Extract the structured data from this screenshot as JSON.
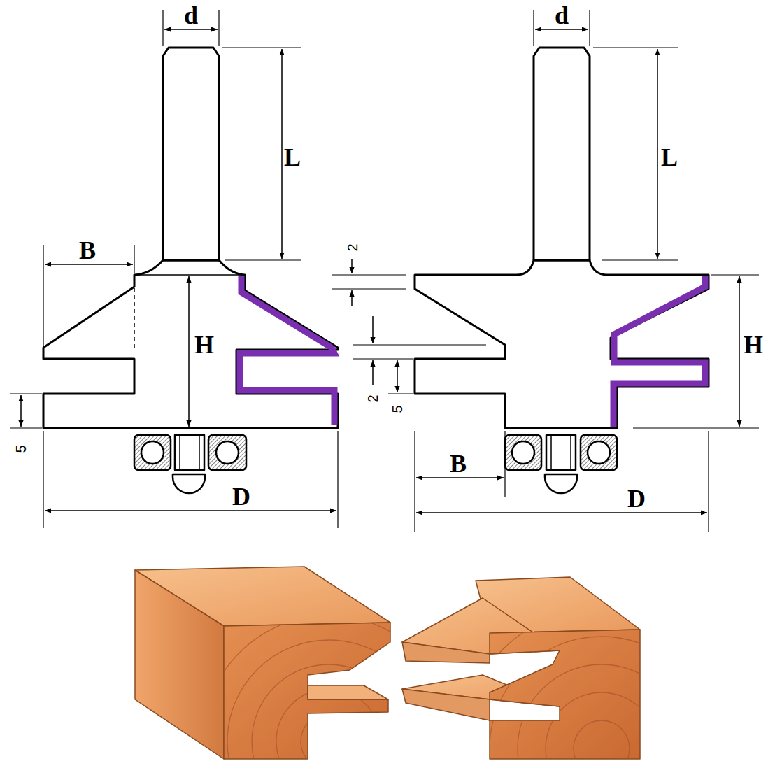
{
  "diagram": {
    "labels": [
      "d",
      "L",
      "B",
      "H",
      "5",
      "D",
      "d",
      "L",
      "2",
      "H",
      "2",
      "5",
      "B",
      "D"
    ]
  }
}
